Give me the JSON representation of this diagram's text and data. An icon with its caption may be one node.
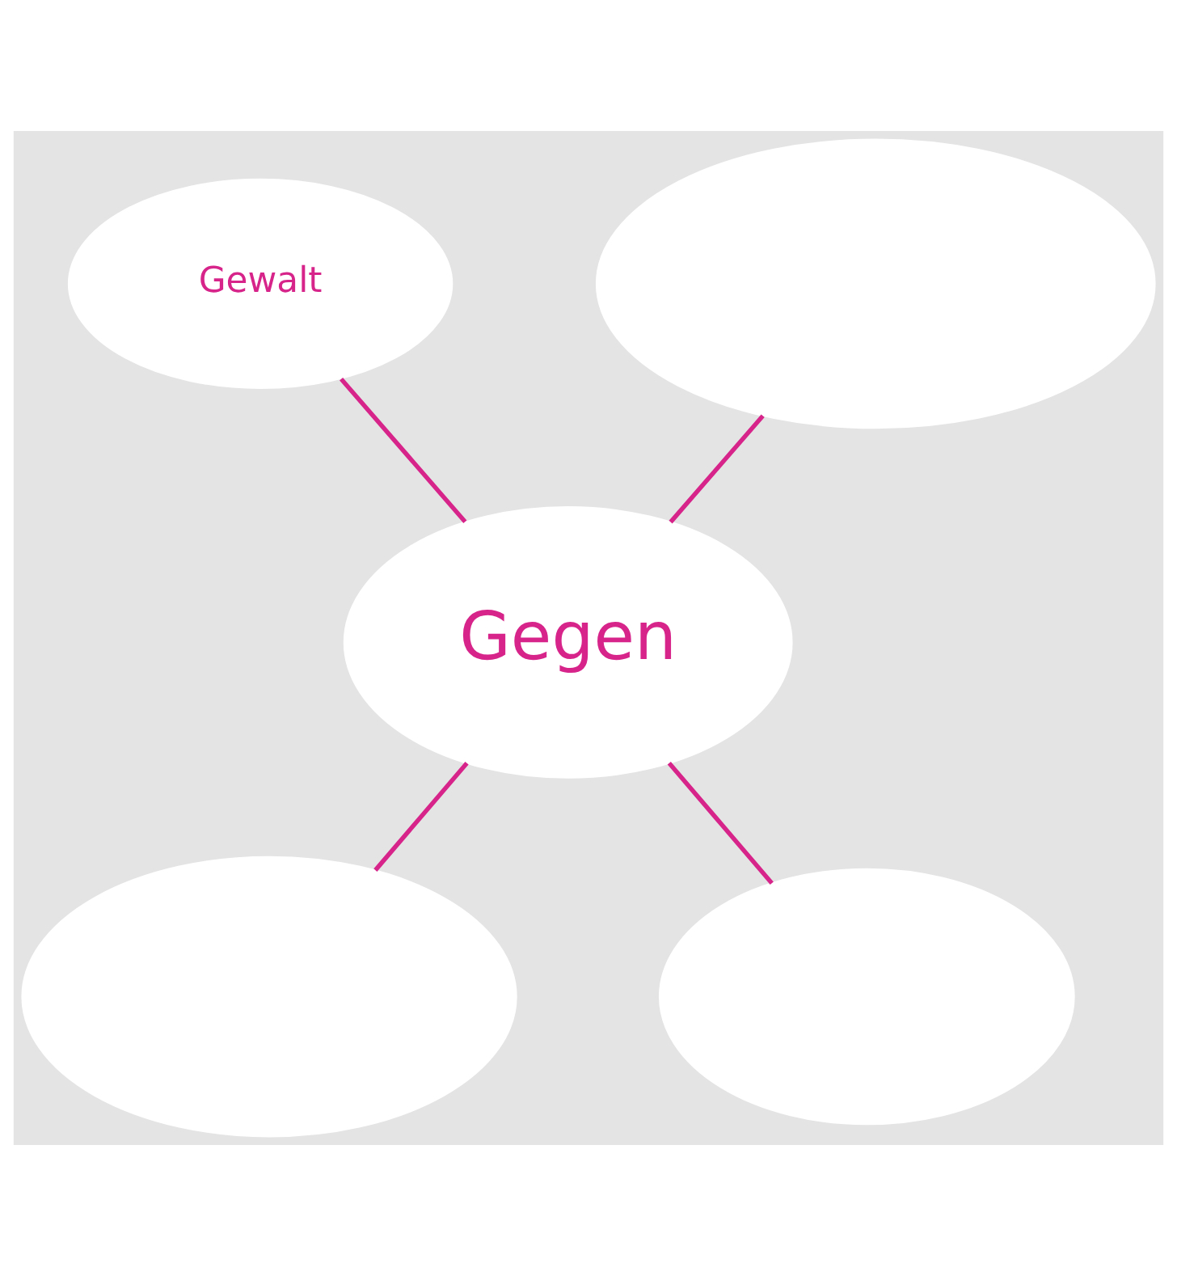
{
  "diagram": {
    "nodes": [
      {
        "text": [
          "Gewalt"
        ]
      },
      {
        "text": [],
        "shape": "ellipse"
      },
      {
        "text": [
          "Gegen"
        ]
      },
      {
        "text": [],
        "shape": "ellipse"
      },
      {
        "text": [],
        "shape": "ellipse"
      }
    ],
    "edges": [
      {
        "from": 0,
        "to": 2,
        "arrow": "none"
      },
      {
        "from": 1,
        "to": 2,
        "arrow": "none"
      },
      {
        "from": 2,
        "to": 3,
        "arrow": "none"
      },
      {
        "from": 2,
        "to": 4,
        "arrow": "none"
      }
    ]
  }
}
